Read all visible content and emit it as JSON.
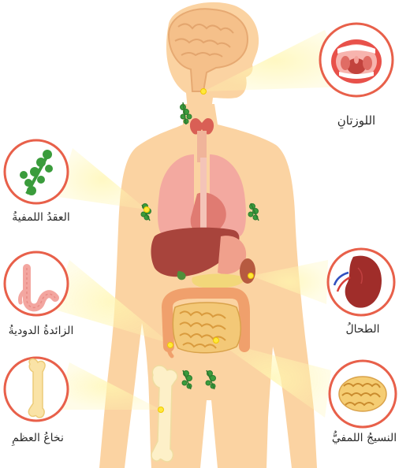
{
  "labels": {
    "tonsils": "اللوزتانِ",
    "lymph_nodes": "العقدُ اللمفيةُ",
    "appendix": "الزائدةُ الدوديةُ",
    "bone_marrow": "نخاعُ العظمِ",
    "spleen": "الطحالُ",
    "lymphoid_tissue": "النسيجُ اللمفيُّ"
  },
  "colors": {
    "skin": "#fbd3a2",
    "ring": "#e8604a",
    "beam": "#fdf2a8",
    "node": "#3a9c3c",
    "organ_red": "#c9504a",
    "intestine": "#f2c56e"
  }
}
